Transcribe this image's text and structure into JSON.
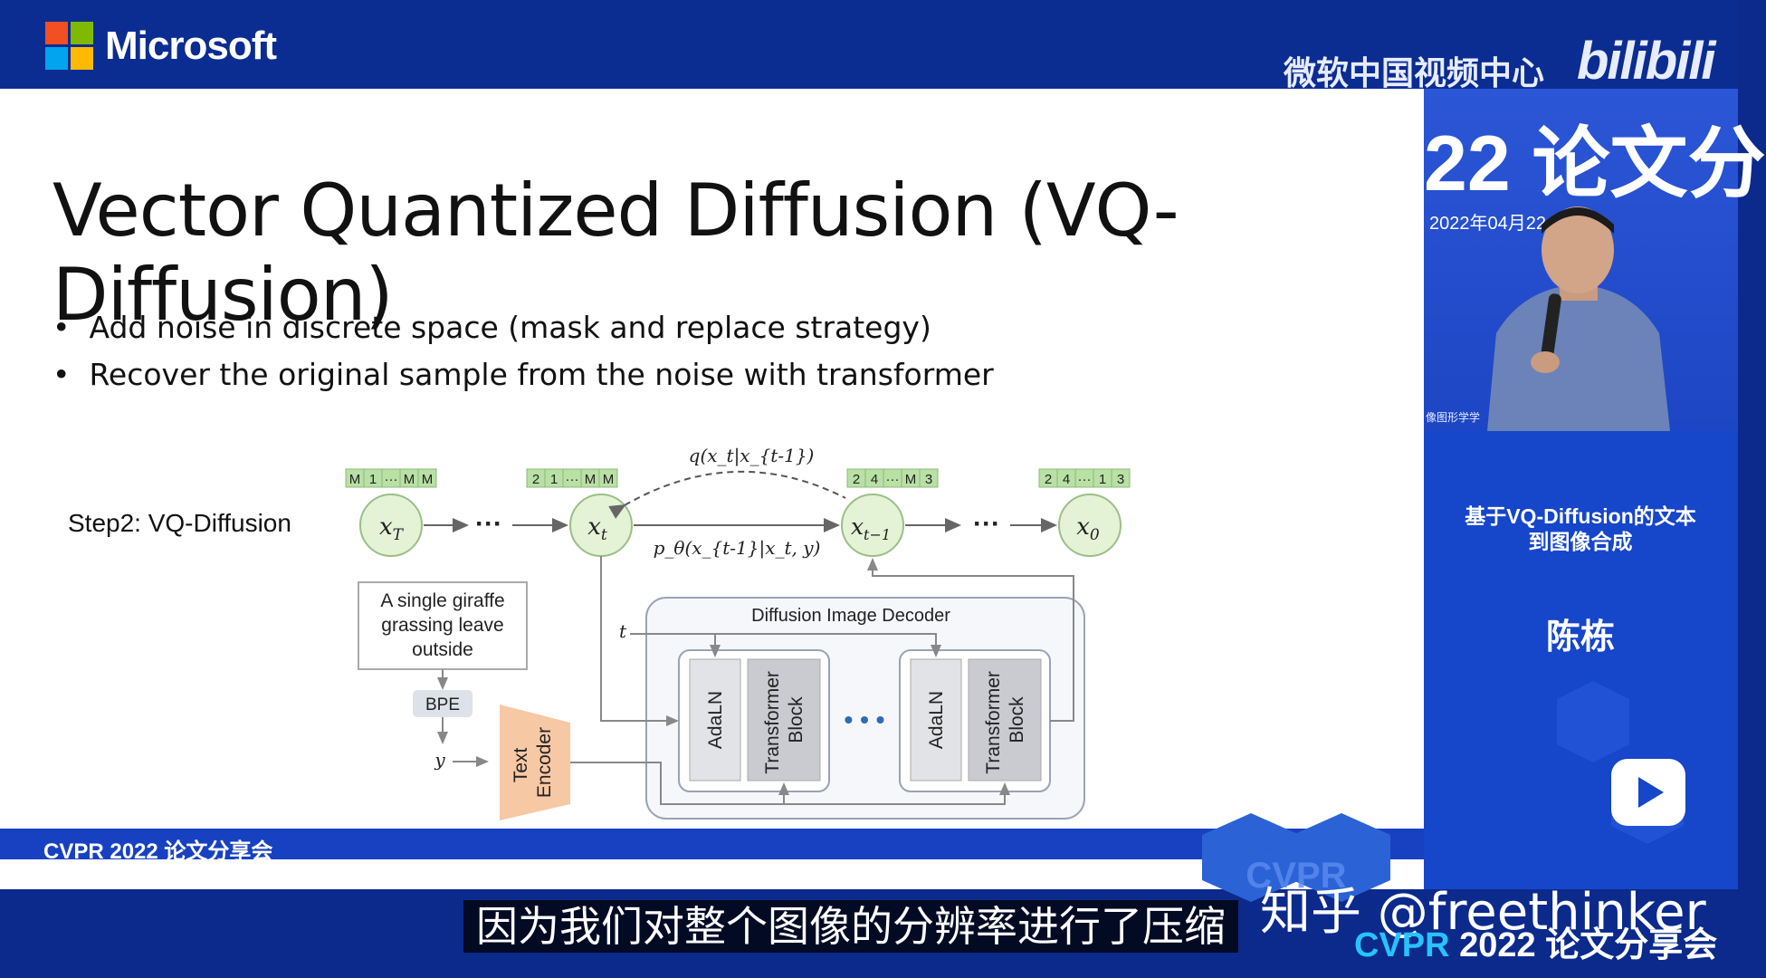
{
  "header": {
    "brand": "Microsoft",
    "center_name": "微软中国视频中心",
    "platform_logo": "bilibili"
  },
  "slide": {
    "title": "Vector Quantized Diffusion (VQ-Diffusion)",
    "bullets": [
      "Add noise in discrete space (mask and replace strategy)",
      "Recover the original sample from the noise with transformer"
    ],
    "step_label": "Step2: VQ-Diffusion",
    "diagram": {
      "token_groups": [
        [
          "M",
          "1",
          "···",
          "M",
          "M"
        ],
        [
          "2",
          "1",
          "···",
          "M",
          "M"
        ],
        [
          "2",
          "4",
          "···",
          "M",
          "3"
        ],
        [
          "2",
          "4",
          "···",
          "1",
          "3"
        ]
      ],
      "nodes": [
        "x_T",
        "x_t",
        "x_{t-1}",
        "x_0"
      ],
      "ellipsis": "···",
      "q_label": "q(x_t|x_{t-1})",
      "p_label": "p_θ(x_{t-1}|x_t, y)",
      "caption": [
        "A single giraffe",
        "grassing leave",
        "outside"
      ],
      "bpe": "BPE",
      "y_label": "y",
      "t_label": "t",
      "text_encoder": [
        "Text",
        "Encoder"
      ],
      "decoder_title": "Diffusion Image Decoder",
      "adaln": "AdaLN",
      "transformer_block": [
        "Transformer",
        "Block"
      ],
      "block_ellipsis": "• • •"
    },
    "footer_band": "CVPR 2022 论文分享会"
  },
  "video": {
    "background_text": "22 论文分",
    "date_text": "2022年04月22",
    "venue_text": "像图形学学"
  },
  "right_panel": {
    "talk_title_lines": [
      "基于VQ-Diffusion的文本",
      "到图像合成"
    ],
    "speaker": "陈栋",
    "play_icon": "tv-play-icon"
  },
  "bottom": {
    "subtitle": "因为我们对整个图像的分辨率进行了压缩",
    "watermark": "知乎 @freethinker",
    "event_highlight": "CVPR",
    "event_rest": " 2022 论文分享会",
    "cvpr_logo_text": "CVPR"
  },
  "colors": {
    "blue_dark": "#0b2d92",
    "blue_panel": "#1646c9",
    "node_fill": "#e4f2d6",
    "token_fill": "#b9e0a5",
    "encoder_fill": "#f7c8a4"
  }
}
